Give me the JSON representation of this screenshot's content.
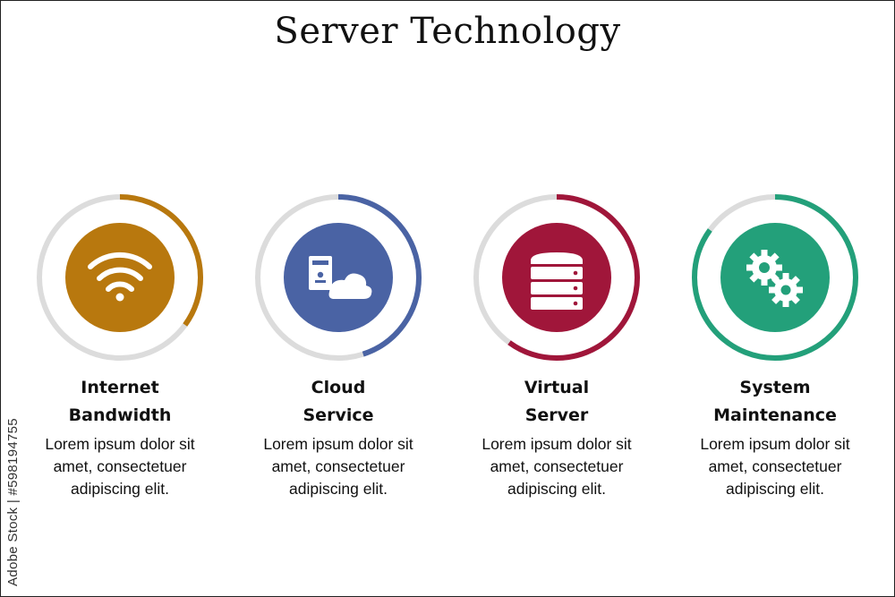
{
  "title": "Server Technology",
  "watermark": "Adobe Stock | #598194755",
  "items": [
    {
      "heading_line1": "Internet",
      "heading_line2": "Bandwidth",
      "desc_line1": "Lorem ipsum dolor sit",
      "desc_line2": "amet, consectetuer",
      "desc_line3": "adipiscing elit.",
      "color": "#B8780E",
      "icon": "wifi-icon",
      "progress": 0.35
    },
    {
      "heading_line1": "Cloud",
      "heading_line2": "Service",
      "desc_line1": "Lorem ipsum dolor sit",
      "desc_line2": "amet, consectetuer",
      "desc_line3": "adipiscing elit.",
      "color": "#4A63A4",
      "icon": "cloud-server-icon",
      "progress": 0.45
    },
    {
      "heading_line1": "Virtual",
      "heading_line2": "Server",
      "desc_line1": "Lorem ipsum dolor sit",
      "desc_line2": "amet, consectetuer",
      "desc_line3": "adipiscing elit.",
      "color": "#A0163A",
      "icon": "server-stack-icon",
      "progress": 0.6
    },
    {
      "heading_line1": "System",
      "heading_line2": "Maintenance",
      "desc_line1": "Lorem ipsum dolor sit",
      "desc_line2": "amet, consectetuer",
      "desc_line3": "adipiscing elit.",
      "color": "#23A07A",
      "icon": "gears-icon",
      "progress": 0.85
    }
  ]
}
